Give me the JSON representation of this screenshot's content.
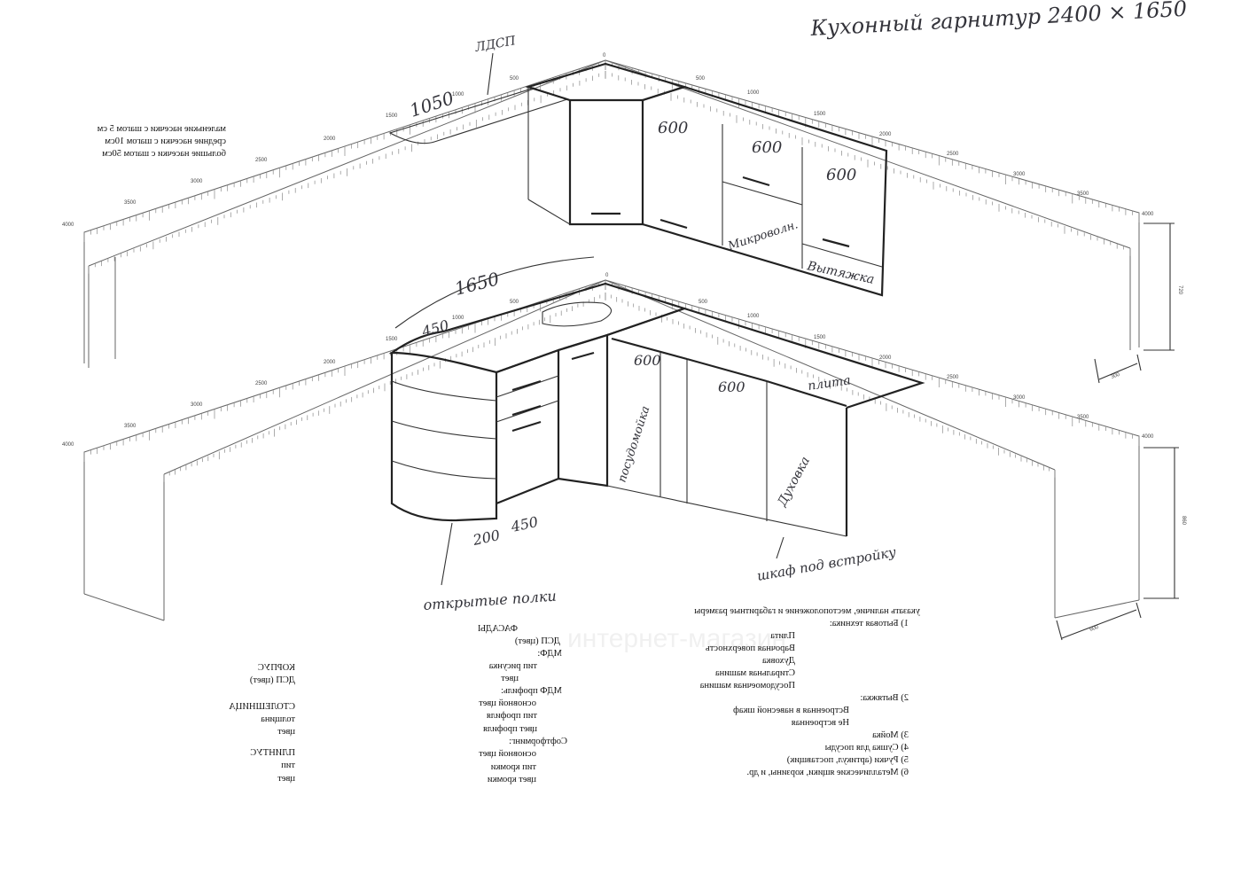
{
  "title": "Кухонный гарнитур 2400 × 1650",
  "scale_notes": [
    "маленькие насечки с шагом 5 см",
    "средние насечки с шагом 10см",
    "большие насечки с шагом 50см"
  ],
  "upper": {
    "origin": "0",
    "left_ticks": [
      "500",
      "1000",
      "1500",
      "2000",
      "2500",
      "3000",
      "3500",
      "4000"
    ],
    "right_ticks": [
      "500",
      "1000",
      "1500",
      "2000",
      "2500",
      "3000",
      "3500",
      "4000"
    ],
    "height": "720",
    "depth": "300",
    "notes": {
      "material": "ЛДСП",
      "shelf_width": "1050",
      "cab1": "600",
      "cab2": "600",
      "cab3": "600",
      "microwave": "Микроволн.",
      "hood": "Вытяжка"
    }
  },
  "lower": {
    "origin": "0",
    "left_ticks": [
      "500",
      "1000",
      "1500",
      "2000",
      "2500",
      "3000",
      "3500",
      "4000"
    ],
    "right_ticks": [
      "500",
      "1000",
      "1500",
      "2000",
      "2500",
      "3000",
      "3500",
      "4000"
    ],
    "height": "860",
    "depth": "600",
    "notes": {
      "length": "1650",
      "corner_450": "450",
      "cab1": "600",
      "cab2": "600",
      "stove": "плита",
      "dishwasher": "посудомойка",
      "oven": "Духовка",
      "bottom_200": "200",
      "bottom_450": "450",
      "open_shelves": "открытые полки",
      "builtin_cabinet": "шкаф под встройку"
    }
  },
  "appliances_header": "указать наличие, местоположение и габаритные размеры",
  "appliances": {
    "heading": "1) Бытовая техника:",
    "items": [
      "Плита",
      "Варочная поверхность",
      "Духовка",
      "Стиральная машина",
      "Посудомоечная машина"
    ]
  },
  "hood_section": {
    "heading": "2) Вытяжка:",
    "items": [
      "Встроенная в навесной шкаф",
      "Не встроенная"
    ]
  },
  "extras": [
    "3) Мойка",
    "4) Сушка для посуды",
    "5) Ручки (артикул, поставщик)",
    "6) Металлические ящики, корзины, и др."
  ],
  "facades": {
    "heading": "ФАСАДЫ",
    "lines": [
      "ДСП (цвет)",
      "МДФ:",
      "тип рисунка",
      "цвет",
      "МДФ профиль:",
      "основной цвет",
      "тип профиля",
      "цвет профиля",
      "Софтформинг:",
      "основной цвет",
      "тип кромки",
      "цвет кромки"
    ]
  },
  "body_sec": {
    "heading": "КОРПУС",
    "lines": [
      "ДСП (цвет)"
    ]
  },
  "countertop": {
    "heading": "СТОЛЕШНИЦА",
    "lines": [
      "толщина",
      "цвет"
    ]
  },
  "plinth": {
    "heading": "ПЛИНТУС",
    "lines": [
      "тип",
      "цвет"
    ]
  },
  "watermark": "интернет-магазин"
}
